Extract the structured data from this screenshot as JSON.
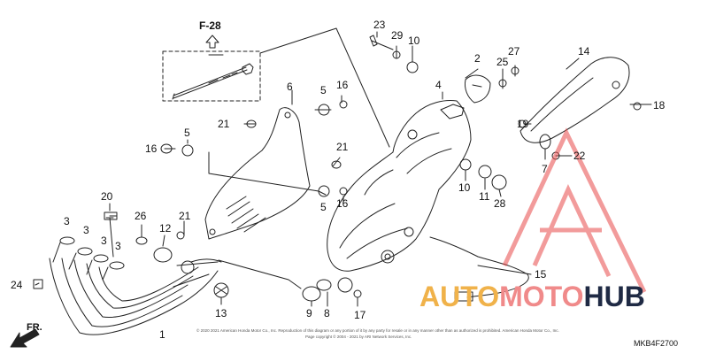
{
  "reference": {
    "label": "F-28"
  },
  "direction": {
    "label": "FR."
  },
  "diagram_code": "MKB4F2700",
  "copyright_line1": "© 2020 2021 American Honda Motor Co., Inc. Reproduction of this diagram or any portion of it by any party for resale or in any manner other than as authorized is prohibited. American Honda Motor Co., Inc.",
  "copyright_line2": "Page copyright © 2004 - 2021 by ARI Network Services, Inc.",
  "watermark": {
    "part1": "AUTO",
    "part2": "MOTO",
    "part3": "HUB"
  },
  "colors": {
    "line": "#222222",
    "watermark_red": "#e84a4a",
    "watermark_orange": "#f0b24a",
    "watermark_navy": "#1f2a44"
  },
  "callouts": [
    {
      "id": "1",
      "label": "1"
    },
    {
      "id": "2",
      "label": "2"
    },
    {
      "id": "3a",
      "label": "3"
    },
    {
      "id": "3b",
      "label": "3"
    },
    {
      "id": "3c",
      "label": "3"
    },
    {
      "id": "3d",
      "label": "3"
    },
    {
      "id": "4",
      "label": "4"
    },
    {
      "id": "5a",
      "label": "5"
    },
    {
      "id": "5b",
      "label": "5"
    },
    {
      "id": "5c",
      "label": "5"
    },
    {
      "id": "6",
      "label": "6"
    },
    {
      "id": "7",
      "label": "7"
    },
    {
      "id": "8",
      "label": "8"
    },
    {
      "id": "9",
      "label": "9"
    },
    {
      "id": "10a",
      "label": "10"
    },
    {
      "id": "10b",
      "label": "10"
    },
    {
      "id": "11",
      "label": "11"
    },
    {
      "id": "12",
      "label": "12"
    },
    {
      "id": "13",
      "label": "13"
    },
    {
      "id": "14",
      "label": "14"
    },
    {
      "id": "15",
      "label": "15"
    },
    {
      "id": "16a",
      "label": "16"
    },
    {
      "id": "16b",
      "label": "16"
    },
    {
      "id": "16c",
      "label": "16"
    },
    {
      "id": "17",
      "label": "17"
    },
    {
      "id": "18",
      "label": "18"
    },
    {
      "id": "19",
      "label": "19"
    },
    {
      "id": "20",
      "label": "20"
    },
    {
      "id": "21a",
      "label": "21"
    },
    {
      "id": "21b",
      "label": "21"
    },
    {
      "id": "21c",
      "label": "21"
    },
    {
      "id": "22",
      "label": "22"
    },
    {
      "id": "23",
      "label": "23"
    },
    {
      "id": "24",
      "label": "24"
    },
    {
      "id": "25",
      "label": "25"
    },
    {
      "id": "26",
      "label": "26"
    },
    {
      "id": "27",
      "label": "27"
    },
    {
      "id": "28",
      "label": "28"
    },
    {
      "id": "29",
      "label": "29"
    }
  ]
}
